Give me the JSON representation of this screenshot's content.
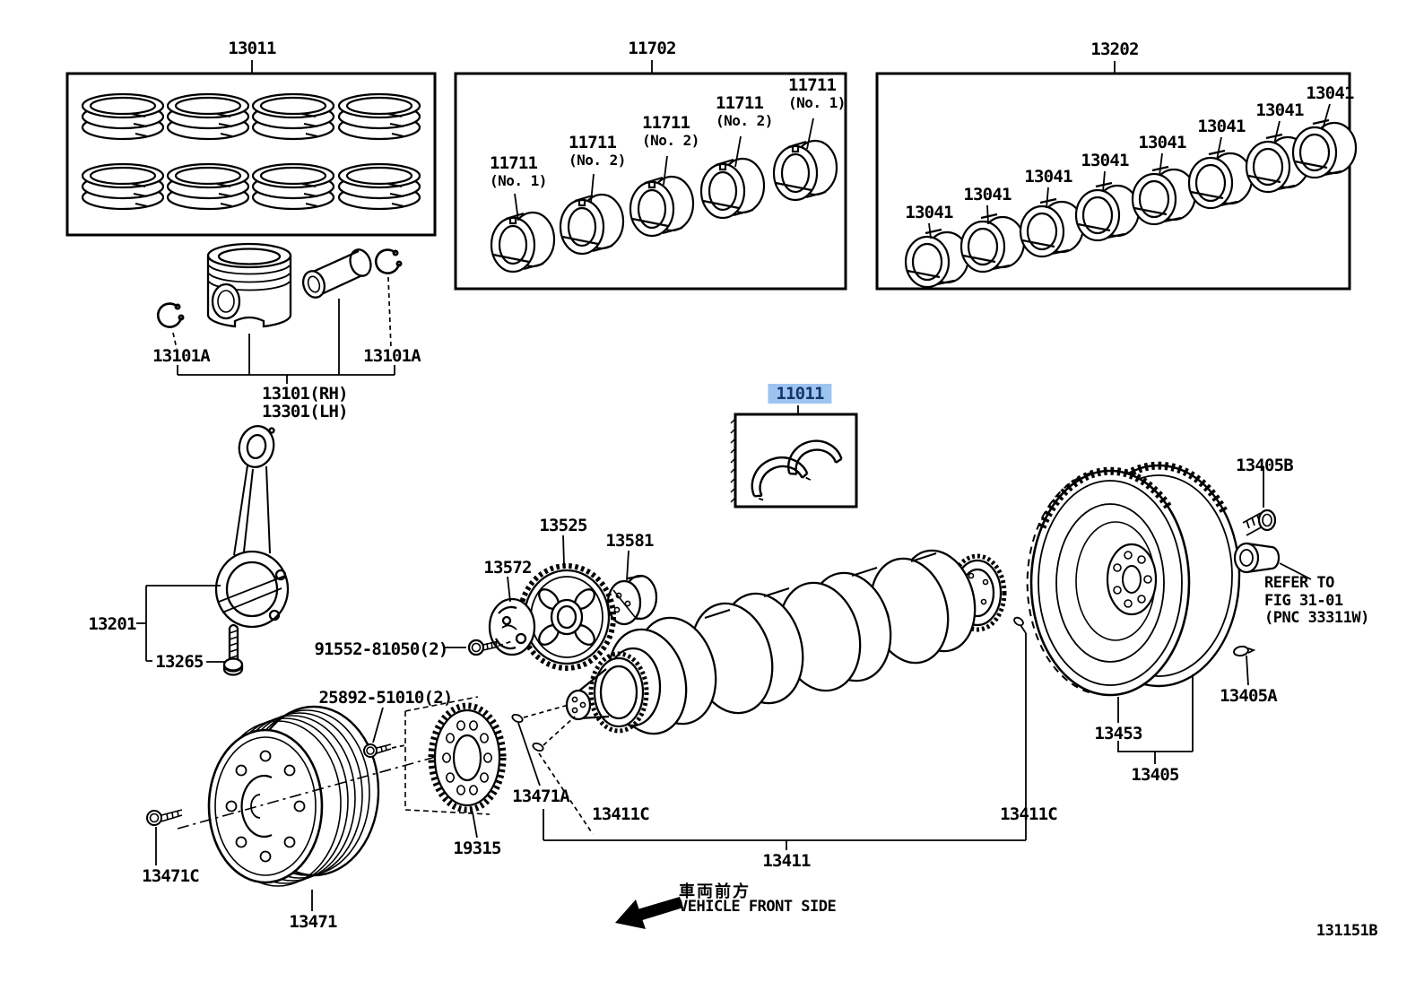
{
  "diagram": {
    "highlight": {
      "bg": "#9cc4f0",
      "fg": "#17356b",
      "selected_part": "11011"
    },
    "parts": {
      "piston_ring_set": "13011",
      "main_bearing_set": "11702",
      "main_bearing": "11711",
      "no1": "(No. 1)",
      "no2": "(No. 2)",
      "rod_bearing_set": "13202",
      "rod_bearing": "13041",
      "piston_pin_snap_ring": "13101A",
      "piston_rh": "13101(RH)",
      "piston_lh": "13301(LH)",
      "connecting_rod": "13201",
      "connecting_rod_bolt": "13265",
      "gear_bolt": "91552-81050(2)",
      "sub_gear": "13572",
      "timing_gear": "13525",
      "gear_spacer": "13581",
      "thrust_washer_set": "11011",
      "plate_bolt": "25892-51010(2)",
      "sensor_plate": "19315",
      "pulley_bolt": "13471C",
      "pulley": "13471",
      "key": "13471A",
      "crank_pin": "13411C",
      "crankshaft": "13411",
      "flywheel_bolt": "13405B",
      "flywheel_pin": "13405A",
      "ring_gear": "13453",
      "flywheel": "13405"
    },
    "notes": {
      "refer_1": "REFER TO",
      "refer_2": "FIG 31-01",
      "refer_3": "(PNC 33311W)",
      "front_jp": "車両前方",
      "front_en": "VEHICLE FRONT SIDE",
      "figure_code": "131151B"
    }
  }
}
